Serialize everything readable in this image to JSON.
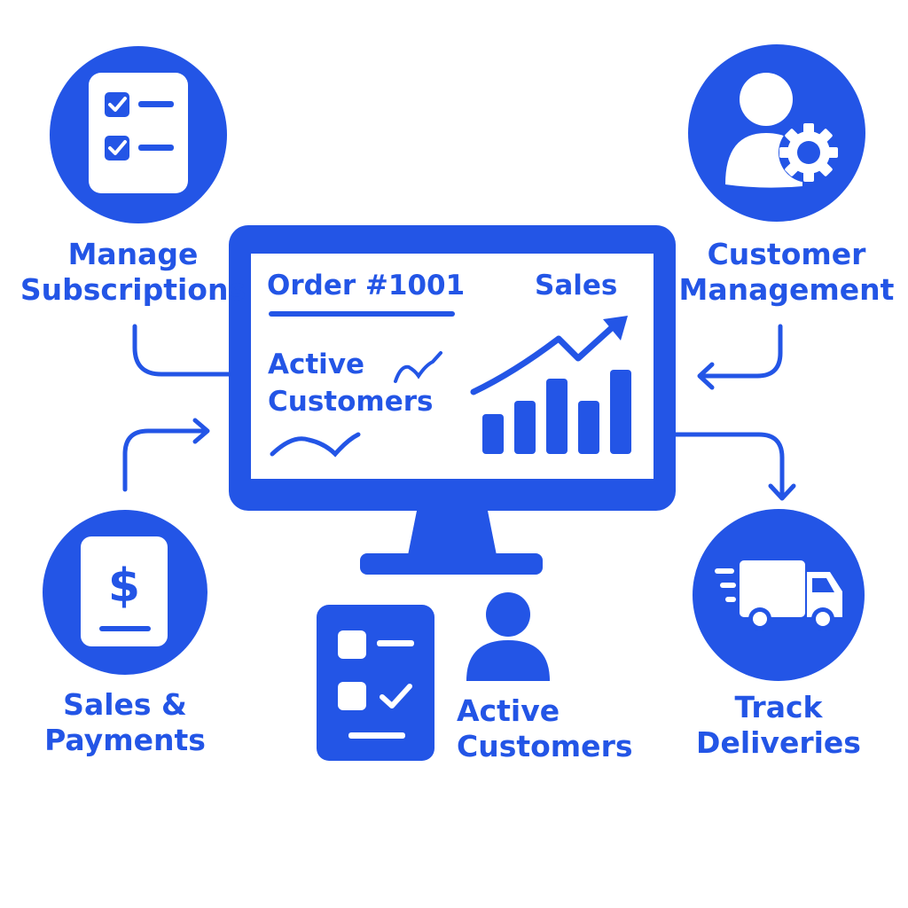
{
  "colors": {
    "accent": "#2355e6",
    "background": "#ffffff",
    "icon_fill": "#ffffff"
  },
  "features": {
    "manage_subscriptions": {
      "line1": "Manage",
      "line2": "Subscriptions",
      "icon": "checklist-icon"
    },
    "customer_management": {
      "line1": "Customer",
      "line2": "Management",
      "icon": "user-gear-icon"
    },
    "sales_payments": {
      "line1": "Sales &",
      "line2": "Payments",
      "icon": "dollar-document-icon"
    },
    "track_deliveries": {
      "line1": "Track",
      "line2": "Deliveries",
      "icon": "delivery-truck-icon"
    }
  },
  "dashboard": {
    "order_label": "Order #1001",
    "sales_label": "Sales",
    "active_line1": "Active",
    "active_line2": "Customers",
    "bar_levels": [
      0.45,
      0.6,
      0.85,
      0.6,
      0.95
    ]
  },
  "bottom": {
    "active_line1": "Active",
    "active_line2": "Customers",
    "icons": [
      "task-list-icon",
      "user-icon"
    ]
  }
}
